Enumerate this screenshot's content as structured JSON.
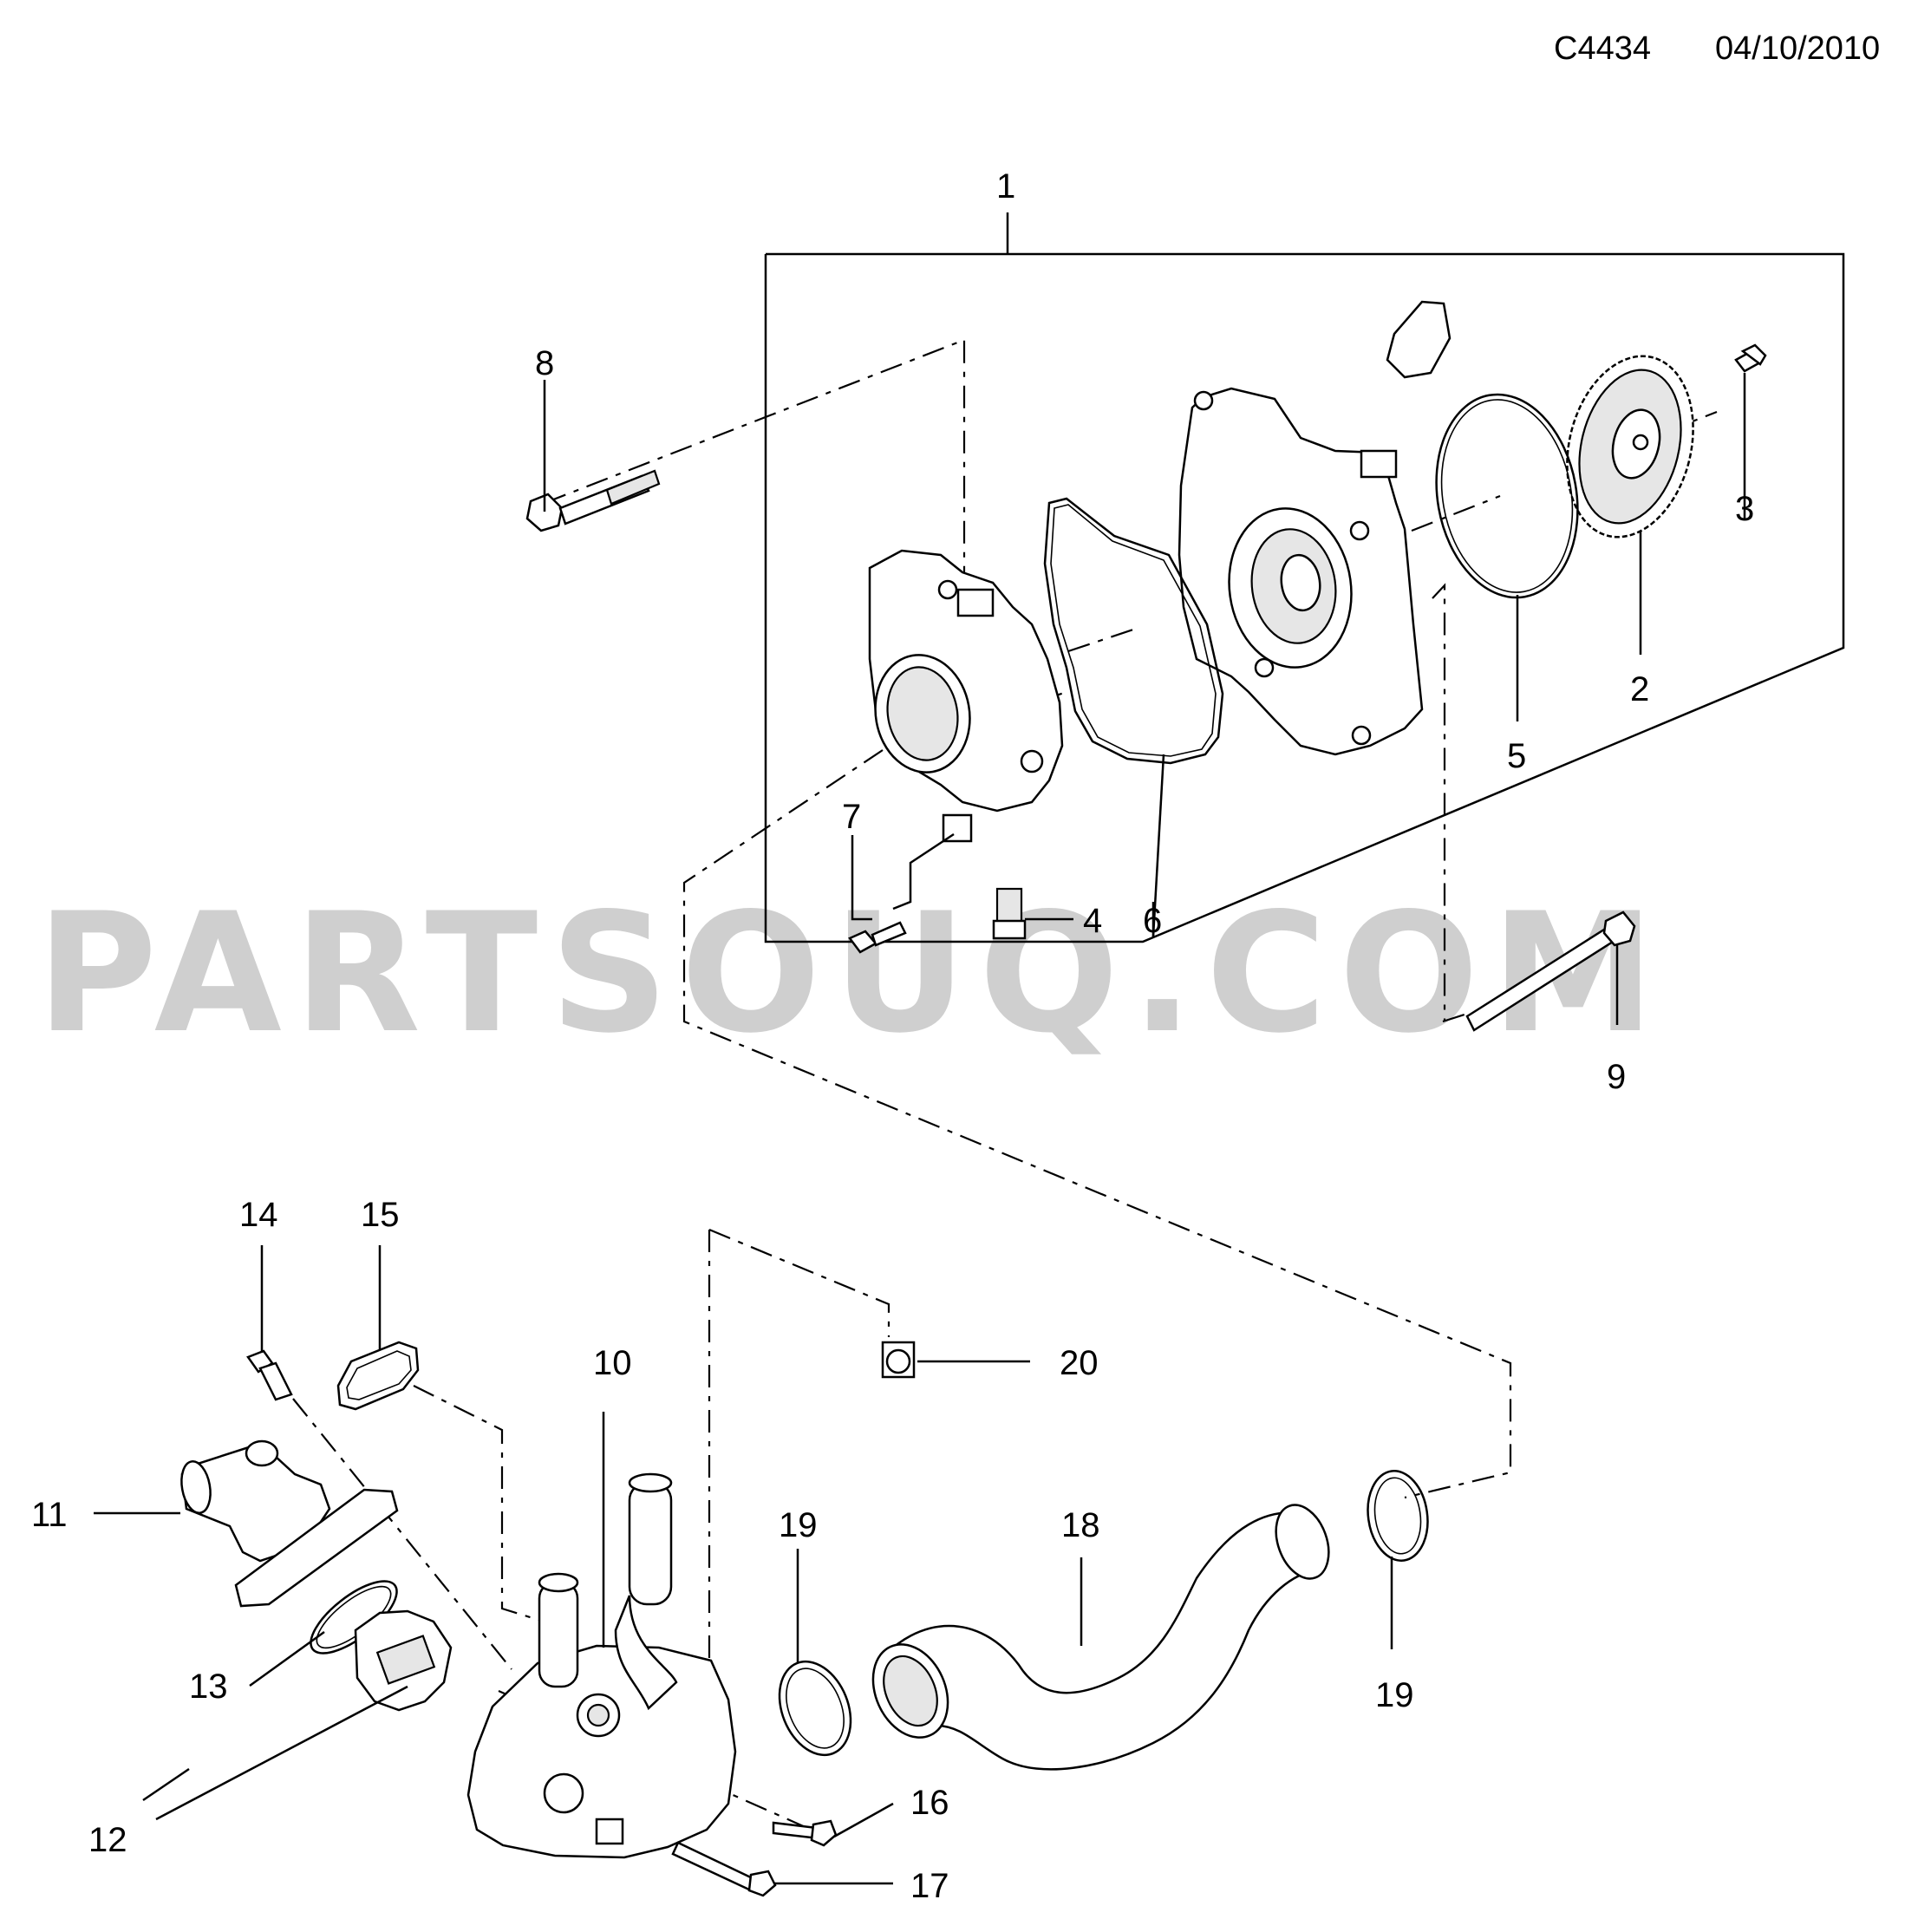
{
  "header": {
    "diagram_code": "C4434",
    "date": "04/10/2010"
  },
  "watermark": {
    "text": "PARTSOUQ.COM"
  },
  "callouts": {
    "c1": "1",
    "c2": "2",
    "c3": "3",
    "c4": "4",
    "c5": "5",
    "c6": "6",
    "c7": "7",
    "c8": "8",
    "c9": "9",
    "c10": "10",
    "c11": "11",
    "c12": "12",
    "c13": "13",
    "c14": "14",
    "c15": "15",
    "c16": "16",
    "c17": "17",
    "c18": "18",
    "c19a": "19",
    "c19b": "19",
    "c20": "20"
  },
  "colors": {
    "line": "#000000",
    "watermark": "#cfcfcf",
    "background": "#ffffff"
  }
}
